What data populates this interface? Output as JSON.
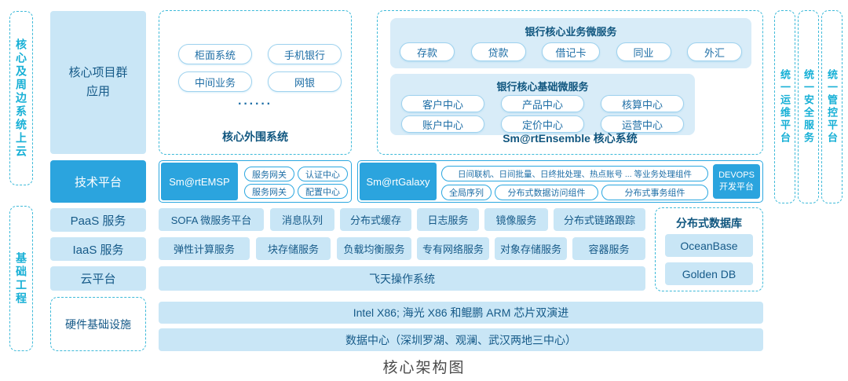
{
  "title": "核心架构图",
  "colors": {
    "accent_cyan": "#17b0d6",
    "light_blue": "#c9e6f6",
    "bright_blue": "#2ba4de",
    "text_blue": "#165a88"
  },
  "left_labels": [
    "核心及周边系统上云",
    "基础工程"
  ],
  "right_labels": [
    "统一运维平台",
    "统一安全服务",
    "统一管控平台"
  ],
  "layers": {
    "core_apps": "核心项目群应用",
    "tech_platform": "技术平台",
    "paas": "PaaS 服务",
    "iaas": "IaaS 服务",
    "cloud": "云平台",
    "hardware": "硬件基础设施"
  },
  "peripheral": {
    "label": "核心外围系统",
    "items": [
      "柜面系统",
      "手机银行",
      "中间业务",
      "网银"
    ],
    "ellipsis": "······"
  },
  "ensemble": {
    "label": "Sm@rtEnsemble 核心系统",
    "business": {
      "title": "银行核心业务微服务",
      "items": [
        "存款",
        "贷款",
        "借记卡",
        "同业",
        "外汇"
      ]
    },
    "base": {
      "title": "银行核心基础微服务",
      "items": [
        "客户中心",
        "产品中心",
        "核算中心",
        "账户中心",
        "定价中心",
        "运营中心"
      ]
    }
  },
  "tech_row": {
    "emsp": {
      "name": "Sm@rtEMSP",
      "items": [
        "服务网关",
        "认证中心",
        "服务网关",
        "配置中心"
      ]
    },
    "galaxy": {
      "name": "Sm@rtGalaxy",
      "wide_item": "日间联机、日间批量、日终批处理、热点账号 ... 等业务处理组件",
      "items": [
        "全局序列",
        "分布式数据访问组件",
        "分布式事务组件"
      ],
      "devops_line1": "DEVOPS",
      "devops_line2": "开发平台"
    }
  },
  "paas_items": [
    "SOFA 微服务平台",
    "消息队列",
    "分布式缓存",
    "日志服务",
    "镜像服务",
    "分布式链路跟踪"
  ],
  "iaas_items": [
    "弹性计算服务",
    "块存储服务",
    "负载均衡服务",
    "专有网络服务",
    "对象存储服务",
    "容器服务"
  ],
  "cloud_os": "飞天操作系统",
  "database": {
    "title": "分布式数据库",
    "items": [
      "OceanBase",
      "Golden DB"
    ]
  },
  "hardware_bars": [
    "Intel X86; 海光 X86 和鲲鹏 ARM 芯片双演进",
    "数据中心（深圳罗湖、观澜、武汉两地三中心）"
  ]
}
